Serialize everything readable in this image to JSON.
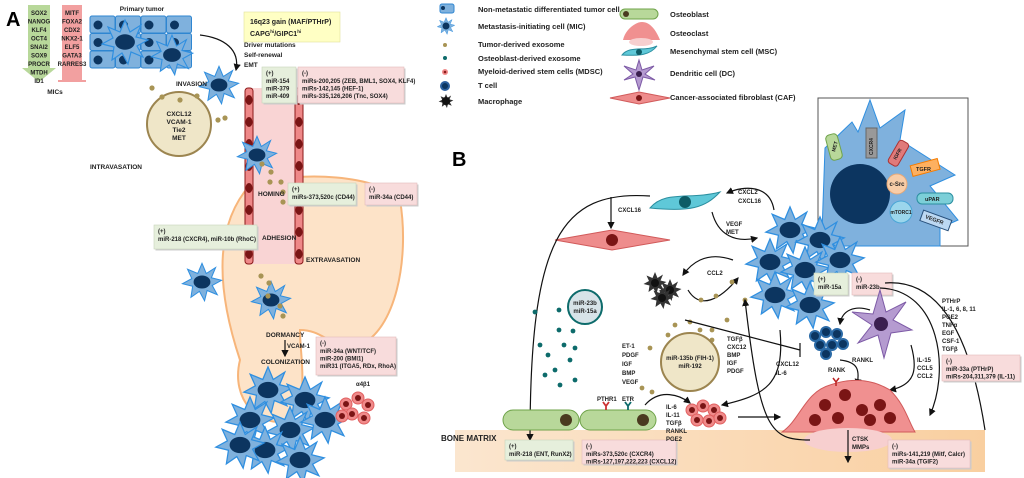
{
  "panel_a": {
    "label": "A",
    "mic_markers_up": [
      "SOX2",
      "NANOG",
      "KLF4",
      "OCT4",
      "SNAI2",
      "SOX9",
      "PROCR",
      "MTDH",
      "ID1"
    ],
    "mic_markers_down": [
      "MITF",
      "FOXA2",
      "CDX2",
      "NKX2-1",
      "ELF5",
      "GATA3",
      "RARRES3"
    ],
    "mics_label": "MICs",
    "primary_tumor": "Primary tumor",
    "gain_box": {
      "line1": "16q23 gain (MAF/PTHrP)",
      "line2": "CAPG",
      "sup1": "hi",
      "mid": "/GIPC1",
      "sup2": "hi"
    },
    "drivers": [
      "Driver mutations",
      "Self-renewal",
      "EMT"
    ],
    "invasion_pos": {
      "sign": "(+)",
      "lines": [
        "miR-154",
        "miR-379",
        "miR-409"
      ]
    },
    "invasion_neg": {
      "sign": "(-)",
      "lines": [
        "miRs-200,205 (ZEB, BML1, SOX4, KLF4)",
        "miRs-142,145 (HEF-1)",
        "miRs-335,126,206 (Tnc, SOX4)"
      ]
    },
    "niche_factors": [
      "CXCL12",
      "VCAM-1",
      "Tie2",
      "MET"
    ],
    "stages": {
      "invasion": "INVASION",
      "intravasation": "INTRAVASATION",
      "homing": "HOMING",
      "adhesion": "ADHESION",
      "extravasation": "EXTRAVASATION",
      "dormancy": "DORMANCY",
      "colonization": "COLONIZATION"
    },
    "homing_pos": {
      "sign": "(+)",
      "lines": [
        "miRs-373,520c (CD44)"
      ]
    },
    "homing_neg": {
      "sign": "(-)",
      "lines": [
        "miR-34a (CD44)"
      ]
    },
    "adhesion_pos": {
      "sign": "(+)",
      "lines": [
        "miR-218 (CXCR4), miR-10b (RhoC)"
      ]
    },
    "vcam": "VCAM-1",
    "colonization_neg": {
      "sign": "(-)",
      "lines": [
        "miR-34a (WNT/TCF)",
        "miR-200 (BMI1)",
        "miR31 (ITGA5, RDx, RhoA)"
      ]
    },
    "integrin": "α4β1"
  },
  "legend": {
    "left": [
      {
        "icon": "tumor-cell-icon",
        "label": "Non-metastatic differentiated tumor cell"
      },
      {
        "icon": "mic-icon",
        "label": "Metastasis-initiating  cell (MIC)"
      },
      {
        "icon": "tumor-exosome-icon",
        "label": "Tumor-derived exosome"
      },
      {
        "icon": "osteoblast-exosome-icon",
        "label": "Osteoblast-derived exosome"
      },
      {
        "icon": "mdsc-icon",
        "label": "Myeloid-derived stem cells (MDSC)"
      },
      {
        "icon": "t-cell-icon",
        "label": "T cell"
      },
      {
        "icon": "macrophage-icon",
        "label": "Macrophage"
      }
    ],
    "right": [
      {
        "icon": "osteoblast-icon",
        "label": "Osteoblast"
      },
      {
        "icon": "osteoclast-icon",
        "label": "Osteoclast"
      },
      {
        "icon": "msc-icon",
        "label": "Mesenchymal stem cell (MSC)"
      },
      {
        "icon": "dendritic-cell-icon",
        "label": "Dendritic cell (DC)"
      },
      {
        "icon": "caf-icon",
        "label": "Cancer-associated fibroblast  (CAF)"
      }
    ]
  },
  "panel_b": {
    "label": "B",
    "inset": {
      "receptors": [
        "MET",
        "CXCR4",
        "IGFR",
        "TGFR",
        "uPAR",
        "VEGFR"
      ],
      "c_src": "c-Src",
      "mtorc1": "mTORC1"
    },
    "cxcl16": "CXCL16",
    "cxcl2_cxcl16": [
      "CXCL2",
      "CXCL16"
    ],
    "vegf_met": [
      "VEGF",
      "MET"
    ],
    "ccl2": "CCL2",
    "exosome_mirs": [
      "miR-23b",
      "miR-15a"
    ],
    "mic_pos": {
      "sign": "(+)",
      "lines": [
        "miR-15a"
      ]
    },
    "mic_neg": {
      "sign": "(-)",
      "lines": [
        "miR-23b"
      ]
    },
    "dc_factors": [
      "PTHrP",
      "IL-1, 6, 8, 11",
      "PGE2",
      "TNFα",
      "EGF",
      "CSF-1",
      "TGFβ"
    ],
    "dc_neg": {
      "sign": "(-)",
      "lines": [
        "miR-33a (PTHrP)",
        "miRs-204,311,379 (IL-11)"
      ]
    },
    "osteoblast_factors": [
      "ET-1",
      "PDGF",
      "IGF",
      "BMP",
      "VEGF"
    ],
    "tumor_mirs": [
      "miR-135b (FIH-1)",
      "miR-192"
    ],
    "tgf_factors": [
      "TGFβ",
      "CXC12",
      "BMP",
      "IGF",
      "PDGF"
    ],
    "cxcl12_il6": [
      "CXCL12",
      "IL-6"
    ],
    "rankl": "RANKL",
    "rank": "RANK",
    "il15": [
      "IL-15",
      "CCL5",
      "CCL2"
    ],
    "pthr1": "PTHR1",
    "etr": "ETR",
    "il6_list": [
      "IL-6",
      "IL-11",
      "TGFβ",
      "RANKL",
      "PGE2"
    ],
    "bone_matrix": "BONE MATRIX",
    "bone_pos": {
      "sign": "(+)",
      "lines": [
        "miR-218 (ENT, RunX2)"
      ]
    },
    "bone_neg": {
      "sign": "(-)",
      "lines": [
        "miRs-373,520c (CXCR4)",
        "miRs-127,197,222,223 (CXCL12)"
      ]
    },
    "ctsk": [
      "CTSK",
      "MMPs"
    ],
    "osteoclast_neg": {
      "sign": "(-)",
      "lines": [
        "miRs-141,219 (Mitf, Calcr)",
        "miR-34a (TGIF2)"
      ]
    }
  },
  "colors": {
    "mic_blue": "#7fb1dd",
    "nucleus": "#0c3560",
    "pos_box": "#e6efdc",
    "neg_box": "#f8dcdc",
    "vessel": "#b33a3a",
    "niche": "#fde3c8",
    "bone": "#fbe0c4"
  }
}
